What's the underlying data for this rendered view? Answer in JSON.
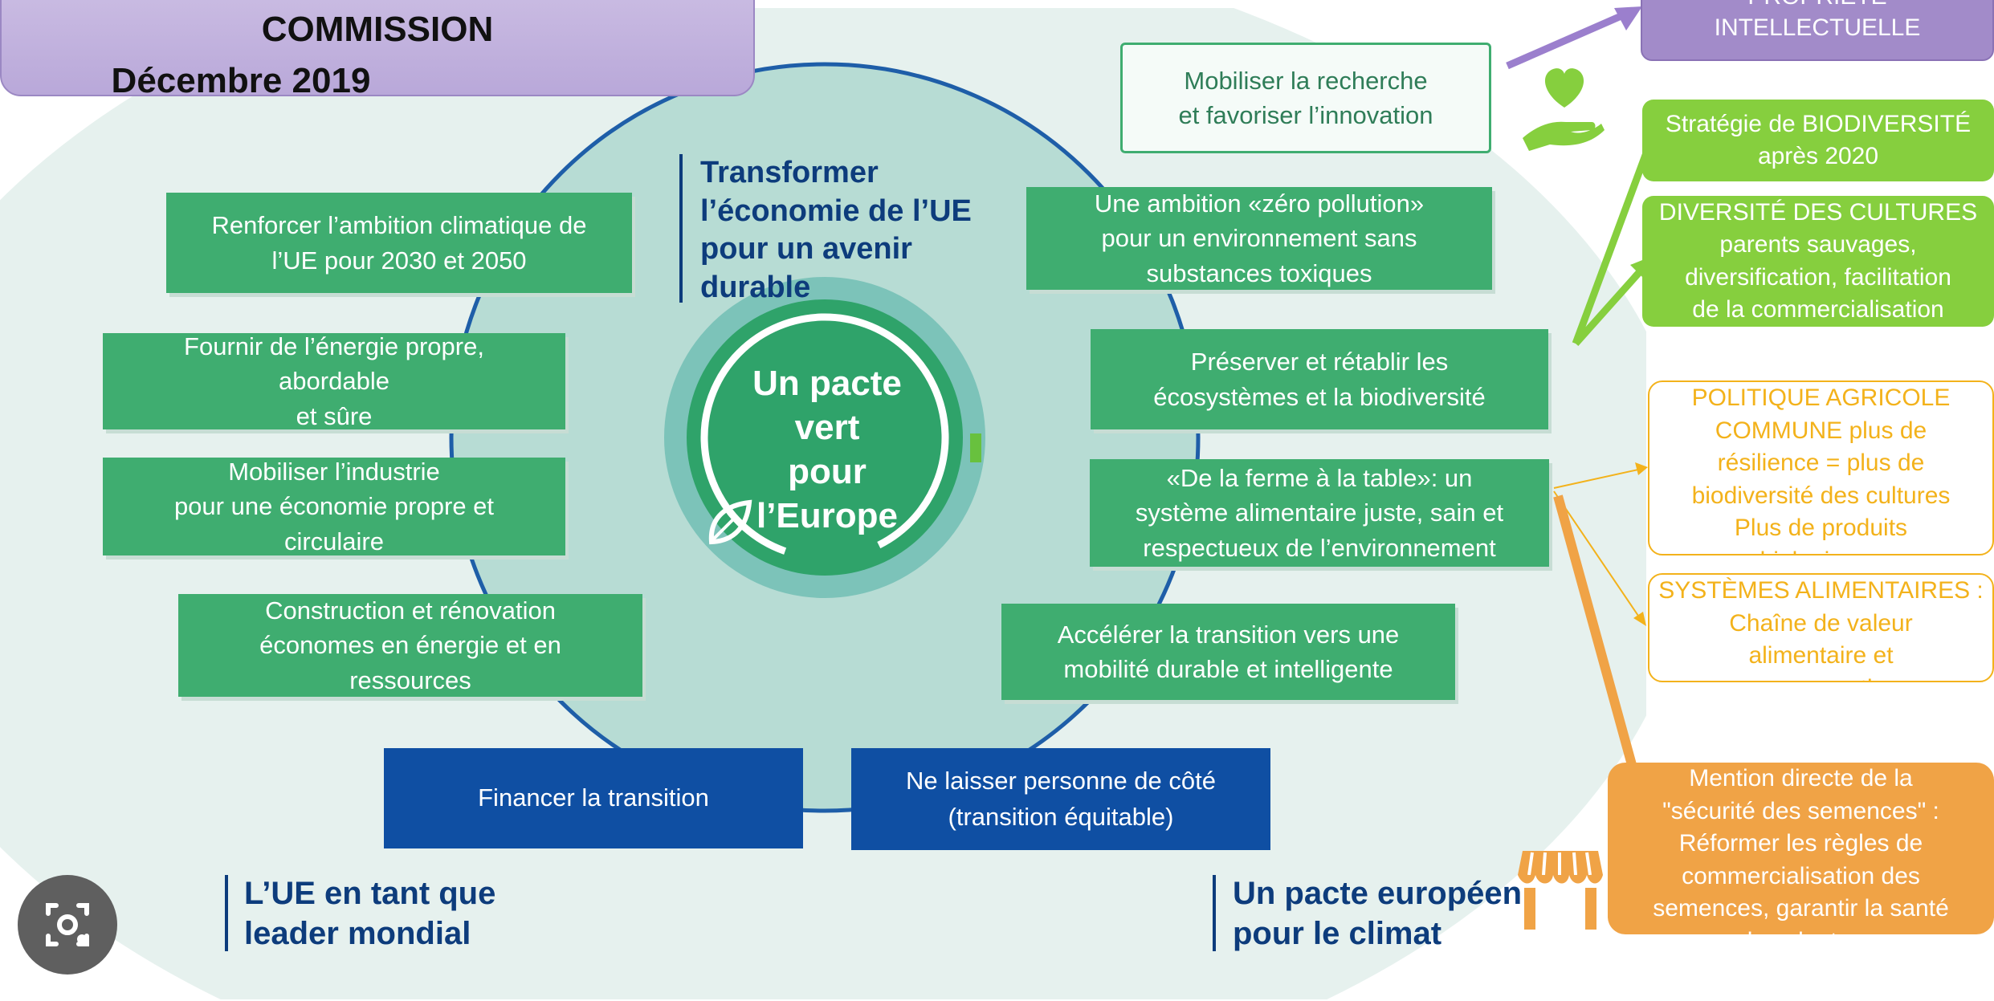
{
  "header": {
    "title_line1": "COMMISSION",
    "title_line2": "Décembre 2019"
  },
  "center": {
    "title": "Un pacte vert pour l’Europe",
    "title_line1": "Un pacte",
    "title_line2": "vert",
    "title_line3": "pour",
    "title_line4": "l’Europe"
  },
  "headings": {
    "transform_line1": "Transformer",
    "transform_line2": "l’économie de l’UE",
    "transform_line3": "pour un avenir",
    "transform_line4": "durable",
    "leader_line1": "L’UE en tant que",
    "leader_line2": "leader mondial",
    "pacte_line1": "Un pacte européen",
    "pacte_line2": "pour le climat"
  },
  "left_boxes": [
    {
      "line1": "Renforcer l’ambition climatique de",
      "line2": "l’UE pour 2030 et 2050",
      "line3": ""
    },
    {
      "line1": "Fournir de l’énergie propre,",
      "line2": "abordable",
      "line3": "et sûre"
    },
    {
      "line1": "Mobiliser l’industrie",
      "line2": "pour une économie propre et",
      "line3": "circulaire"
    },
    {
      "line1": "Construction et rénovation",
      "line2": "économes en énergie et en",
      "line3": "ressources"
    }
  ],
  "right_boxes": [
    {
      "line1": "Mobiliser la recherche",
      "line2": "et favoriser l’innovation",
      "line3": ""
    },
    {
      "line1": "Une ambition «zéro pollution»",
      "line2": "pour un environnement sans",
      "line3": "substances toxiques"
    },
    {
      "line1": "Préserver et rétablir les",
      "line2": "écosystèmes et la biodiversité",
      "line3": ""
    },
    {
      "line1": "«De la ferme à la table»: un",
      "line2": "système alimentaire juste, sain et",
      "line3": "respectueux de l’environnement"
    },
    {
      "line1": "Accélérer la transition vers une",
      "line2": "mobilité durable et intelligente",
      "line3": ""
    }
  ],
  "bottom_boxes": [
    {
      "line1": "Financer la transition",
      "line2": ""
    },
    {
      "line1": "Ne laisser personne de côté",
      "line2": "(transition équitable)"
    }
  ],
  "annotations": {
    "propriete_line1": "PROPRIÉTÉ",
    "propriete_line2": "INTELLECTUELLE",
    "biodiversite_line1": "Stratégie de BIODIVERSITÉ",
    "biodiversite_line2": "après 2020",
    "diversite_line1": "DIVERSITÉ DES CULTURES",
    "diversite_line2": "parents sauvages,",
    "diversite_line3": "diversification, facilitation",
    "diversite_line4": "de la commercialisation",
    "pac_line1": "POLITIQUE AGRICOLE",
    "pac_line2": "COMMUNE plus de",
    "pac_line3": "résilience = plus de",
    "pac_line4": "biodiversité des cultures",
    "pac_line5": "Plus de produits",
    "pac_line6": "biologiques",
    "systemes_line1": "SYSTÈMES ALIMENTAIRES :",
    "systemes_line2": "Chaîne de valeur",
    "systemes_line3": "alimentaire et",
    "systemes_line4": "consommation",
    "semences_line1": "Mention directe de la",
    "semences_line2": "\"sécurité des semences\" :",
    "semences_line3": "Réformer les règles de",
    "semences_line4": "commercialisation des",
    "semences_line5": "semences, garantir la santé",
    "semences_line6": "des plantes"
  },
  "icons": {
    "heart_hand": "heart-hand-icon",
    "market": "market-stall-icon",
    "lens": "lens-search-icon",
    "leaf": "leaf-icon"
  },
  "colors": {
    "green_box": "#3fad70",
    "blue_box": "#0f4fa3",
    "heading_blue": "#0d3c7c",
    "lime": "#86cf3e",
    "yellow": "#f3b21b",
    "orange": "#f0a346",
    "purple": "#a28bc9"
  }
}
